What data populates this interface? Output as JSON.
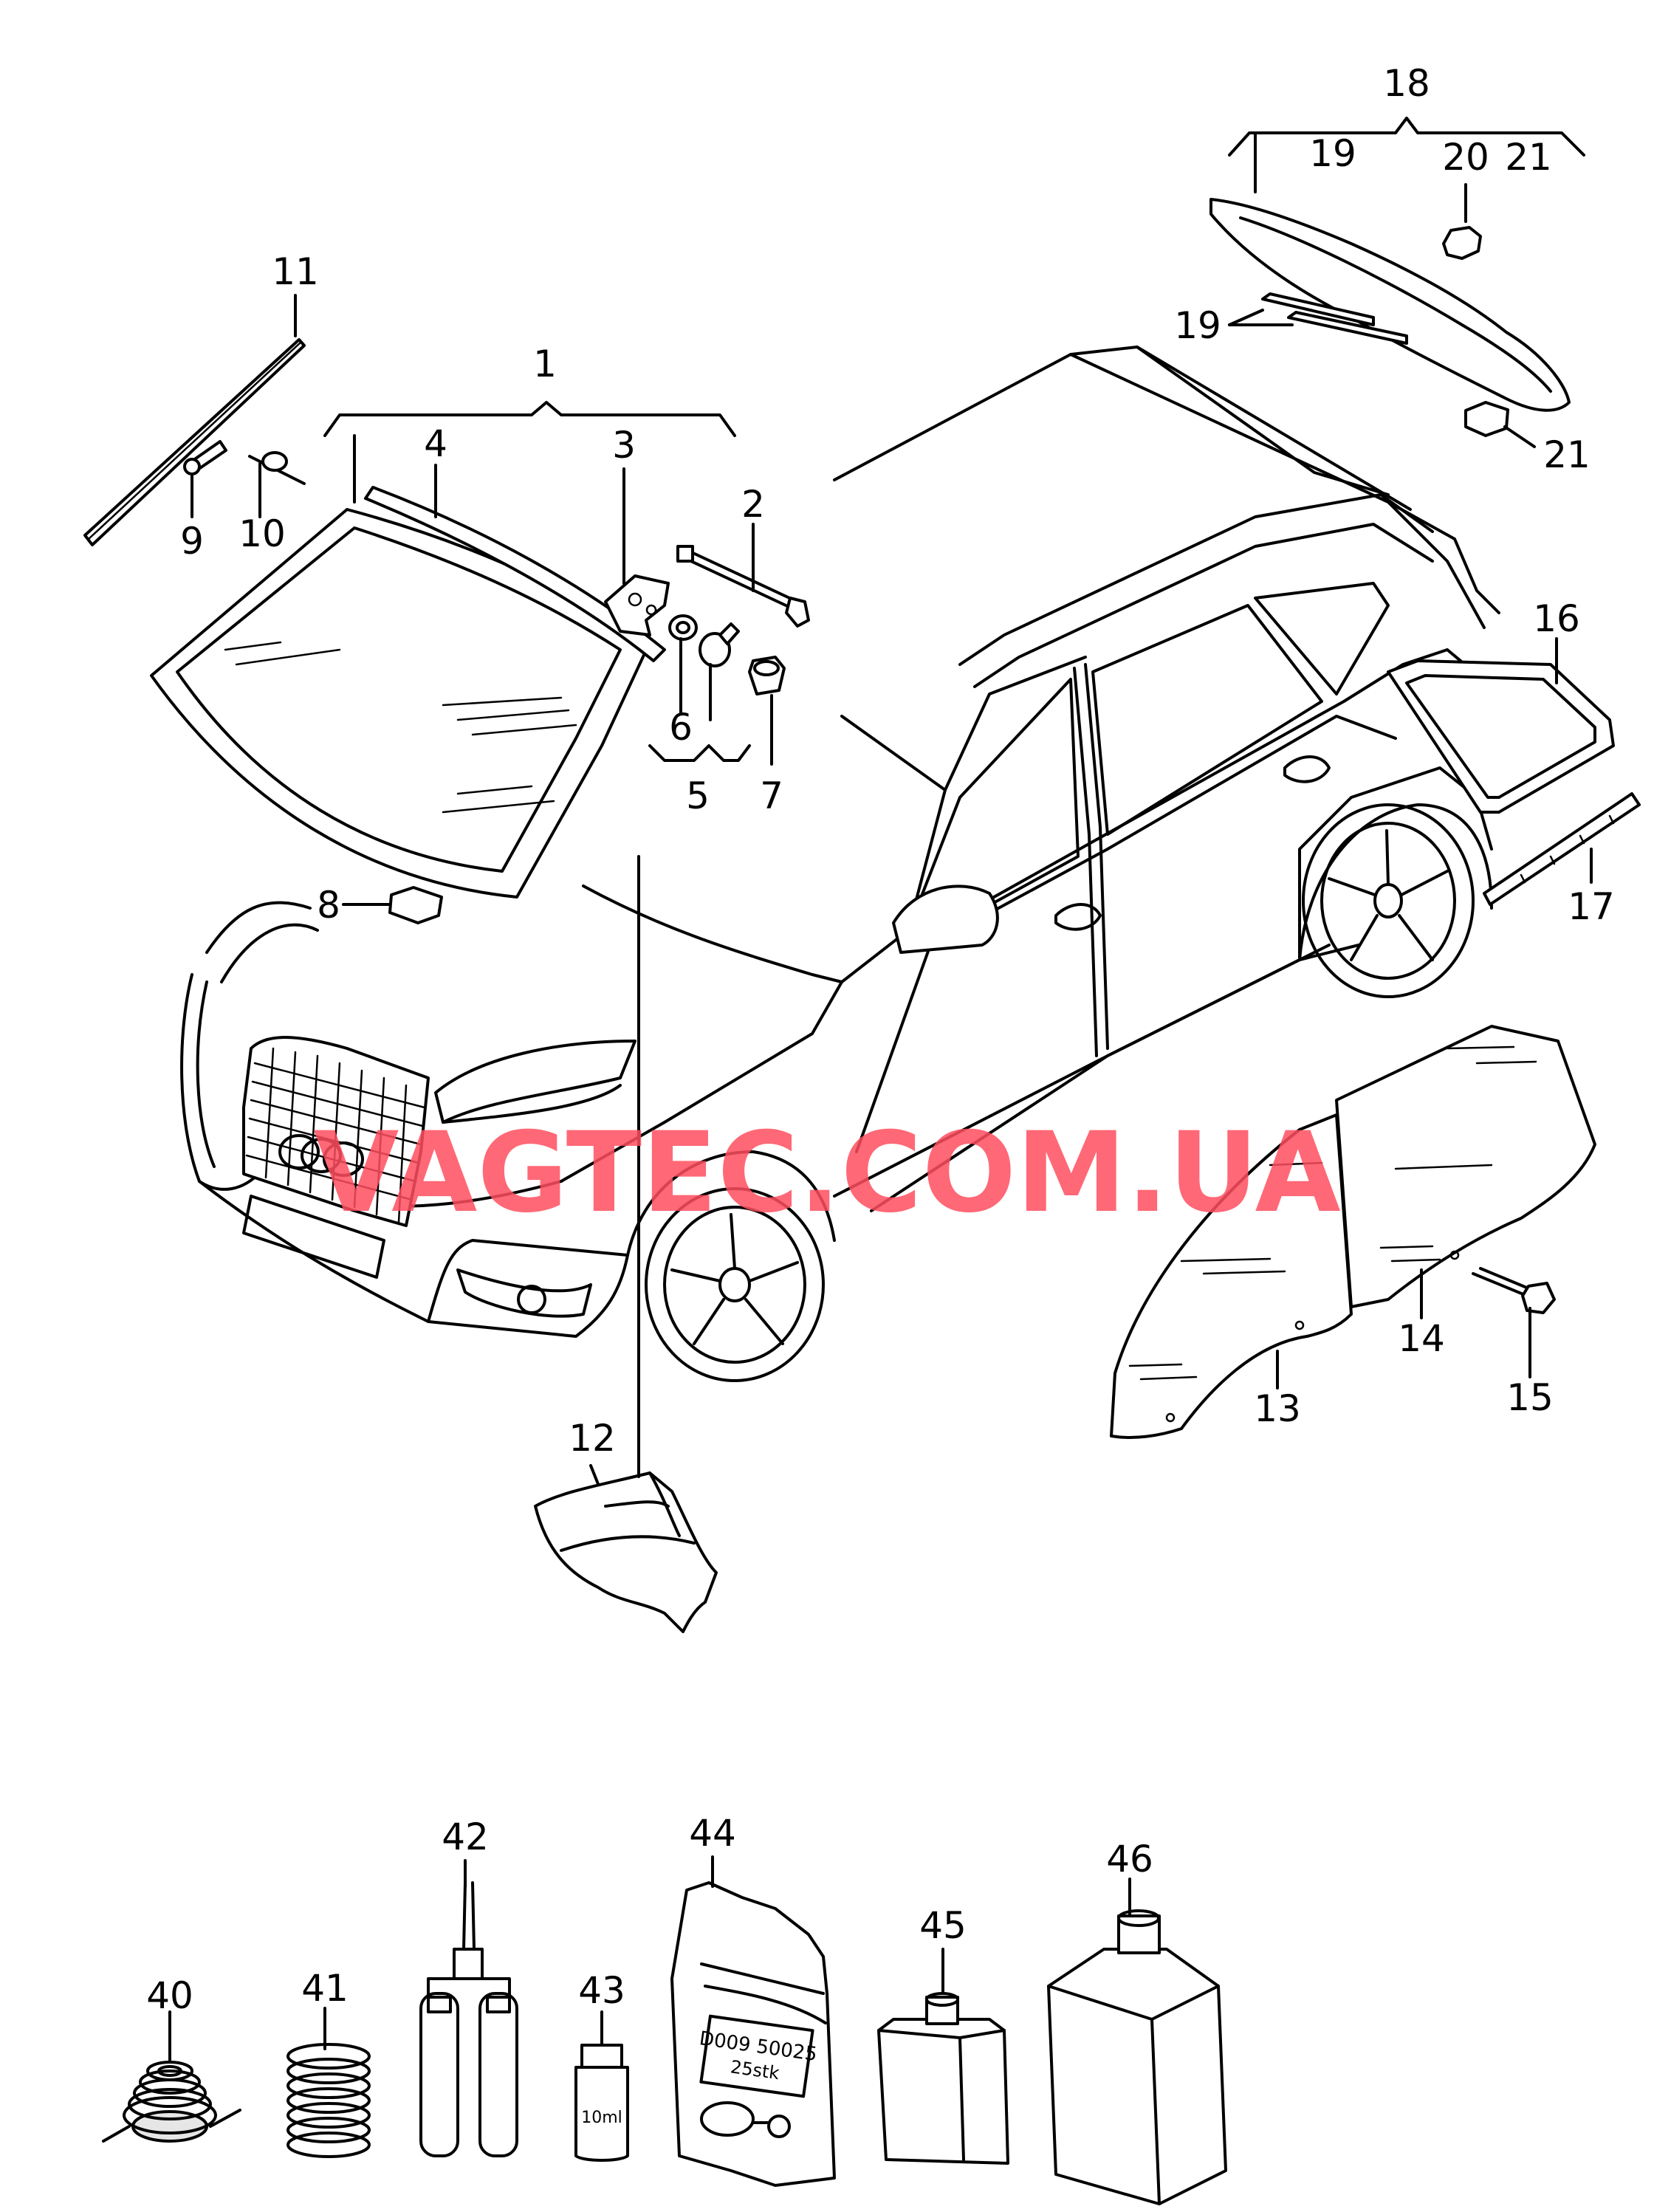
{
  "watermark": "VAGTEC.COM.UA",
  "callouts": {
    "c1": "1",
    "c2": "2",
    "c3": "3",
    "c4": "4",
    "c5": "5",
    "c6": "6",
    "c7": "7",
    "c8": "8",
    "c9": "9",
    "c10": "10",
    "c11": "11",
    "c12": "12",
    "c13": "13",
    "c14": "14",
    "c15": "15",
    "c16": "16",
    "c17": "17",
    "c18": "18",
    "c19a": "19",
    "c19b": "19",
    "c20": "20",
    "c21a": "21",
    "c21b": "21",
    "c40": "40",
    "c41": "41",
    "c42": "42",
    "c43": "43",
    "c44": "44",
    "c45": "45",
    "c46": "46"
  },
  "package_label": {
    "line1": "D009 50025",
    "line2": "25stk"
  },
  "vial_label": "10ml"
}
